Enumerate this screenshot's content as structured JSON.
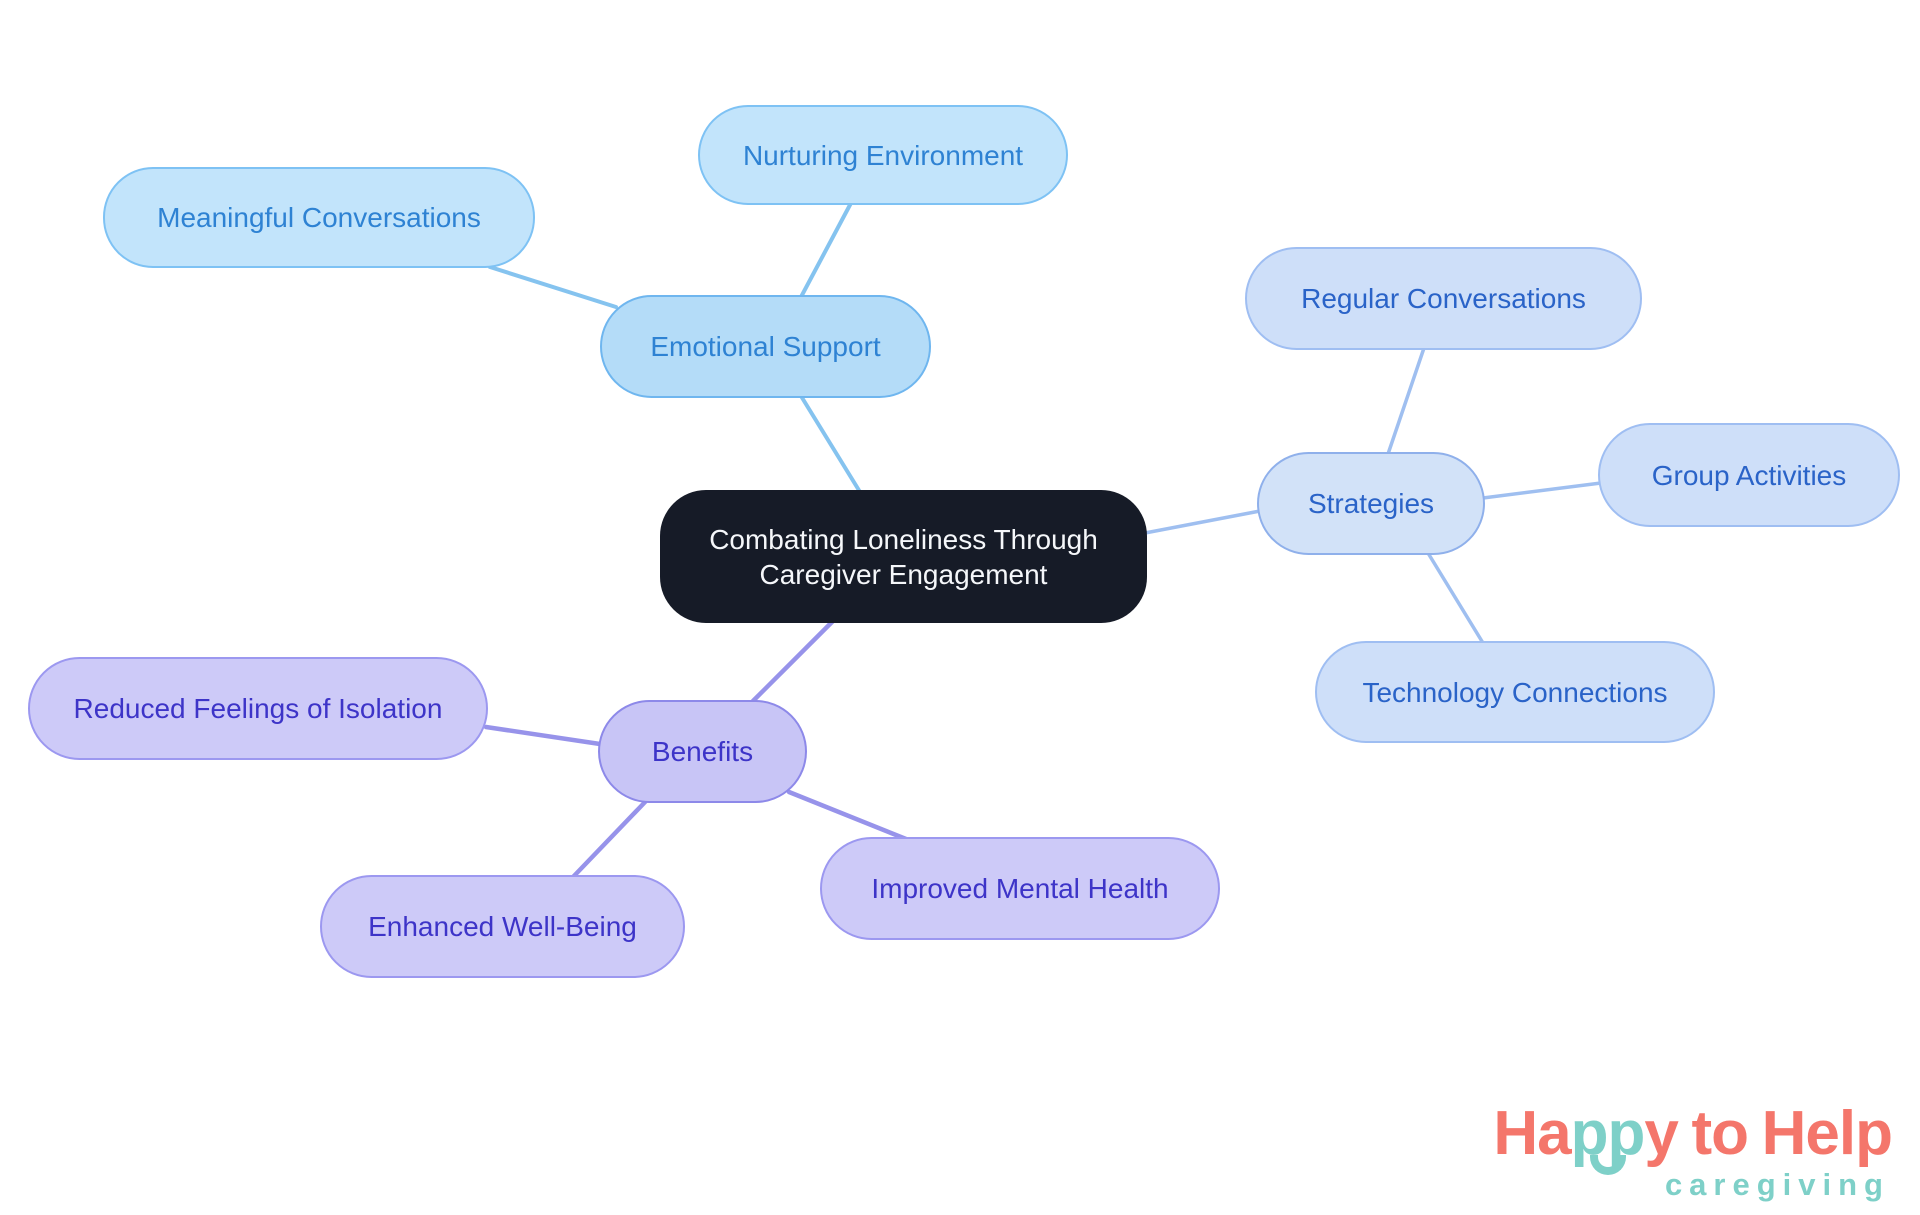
{
  "mindmap": {
    "root": {
      "label": "Combating Loneliness Through Caregiver Engagement"
    },
    "branches": [
      {
        "label": "Emotional Support",
        "children": [
          {
            "label": "Meaningful Conversations"
          },
          {
            "label": "Nurturing Environment"
          }
        ]
      },
      {
        "label": "Strategies",
        "children": [
          {
            "label": "Regular Conversations"
          },
          {
            "label": "Group Activities"
          },
          {
            "label": "Technology Connections"
          }
        ]
      },
      {
        "label": "Benefits",
        "children": [
          {
            "label": "Reduced Feelings of Isolation"
          },
          {
            "label": "Enhanced Well-Being"
          },
          {
            "label": "Improved Mental Health"
          }
        ]
      }
    ]
  },
  "logo": {
    "part_ha": "Ha",
    "part_pp": "pp",
    "part_y": "y",
    "part_to": "to",
    "part_help": "Help",
    "tagline": "caregiving"
  },
  "colors": {
    "root_bg": "#161B27",
    "root_text": "#F5F7FA",
    "emotional_parent_fill": "#B4DCF8",
    "emotional_child_fill": "#C2E4FB",
    "emotional_parent_border": "#6FB6EF",
    "emotional_child_border": "#7EC2F4",
    "emotional_text": "#2E82D3",
    "emotional_line": "#85C3EF",
    "strategies_parent_fill": "#D2E2F8",
    "strategies_child_fill": "#CEDFF9",
    "strategies_parent_border": "#8FB0EB",
    "strategies_child_border": "#9FBEF2",
    "strategies_text": "#2A63C8",
    "strategies_line": "#9FBFF0",
    "benefits_parent_fill": "#C8C5F6",
    "benefits_child_fill": "#CDCAF8",
    "benefits_parent_border": "#8D89E9",
    "benefits_child_border": "#9C98F0",
    "benefits_text": "#3D34C8",
    "benefits_line": "#9793EA",
    "logo_coral": "#F4766B",
    "logo_teal": "#7ED0C8"
  }
}
